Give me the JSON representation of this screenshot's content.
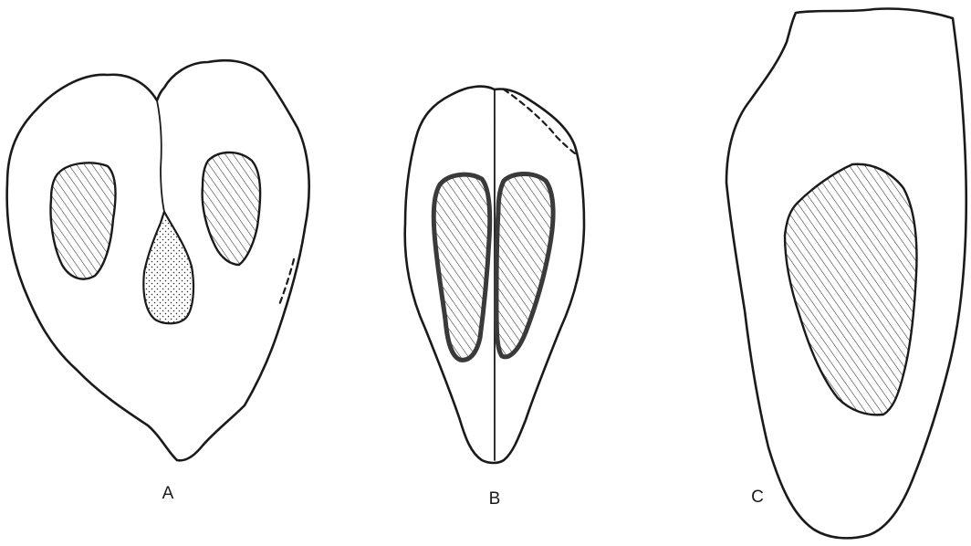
{
  "figure": {
    "panels": [
      {
        "label": "A"
      },
      {
        "label": "B"
      },
      {
        "label": "C"
      }
    ]
  }
}
